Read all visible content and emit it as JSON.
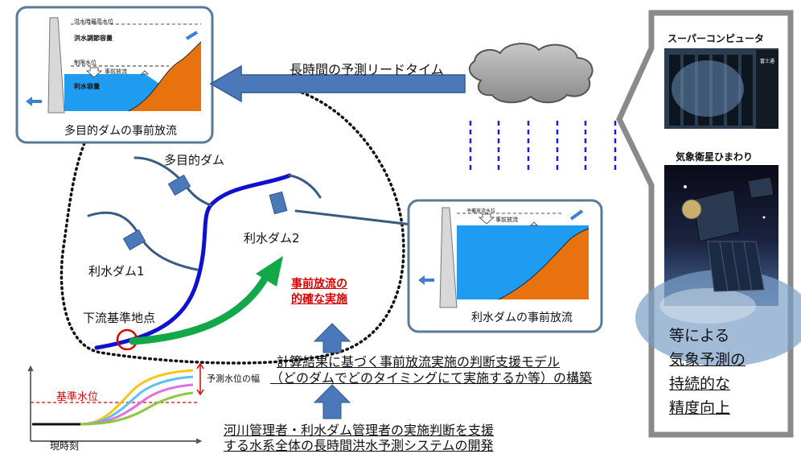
{
  "top_arrow_label": "長時間の予測リードタイム",
  "dam_panel_top": {
    "caption": "多目的ダムの事前放流",
    "level_flood_max": "洪水時最高水位",
    "flood_capacity": "洪水調節容量",
    "level_normal": "制限水位",
    "pre_release": "事前放流",
    "water_use_capacity": "利水容量"
  },
  "dam_panel_right": {
    "caption": "利水ダムの事前放流",
    "level_label": "予備放流水位",
    "pre_release": "事前放流"
  },
  "river_labels": {
    "multi_dam": "多目的ダム",
    "water_dam_2": "利水ダム2",
    "water_dam_1": "利水ダム1",
    "downstream_point": "下流基準地点"
  },
  "green_arrow_label": {
    "line1": "事前放流の",
    "line2": "的確な実施"
  },
  "model_text": {
    "line1": "計算結果に基づく事前放流実施の判断支援モデル",
    "line2": "（どのダムでどのタイミングにて実施するか等）の構築"
  },
  "system_text": {
    "line1": "河川管理者・利水ダム管理者の実施判断を支援",
    "line2": "する水系全体の長時間洪水予測システムの開発"
  },
  "forecast_chart": {
    "reference_level": "基準水位",
    "range_label": "予測水位の幅",
    "now_label": "現時刻"
  },
  "side_panel": {
    "supercomputer": "スーパーコンピュータ",
    "satellite": "気象衛星ひまわり",
    "line1": "等による",
    "line2": "気象予測の",
    "line3": "持続的な",
    "line4": "精度向上"
  },
  "colors": {
    "panel_border": "#5a7a99",
    "water": "#1f9bf0",
    "earth": "#e8720e",
    "river": "#1010d0",
    "green_arrow": "#12a84a",
    "blue_arrow": "#4a78b8",
    "red": "#e00000"
  }
}
